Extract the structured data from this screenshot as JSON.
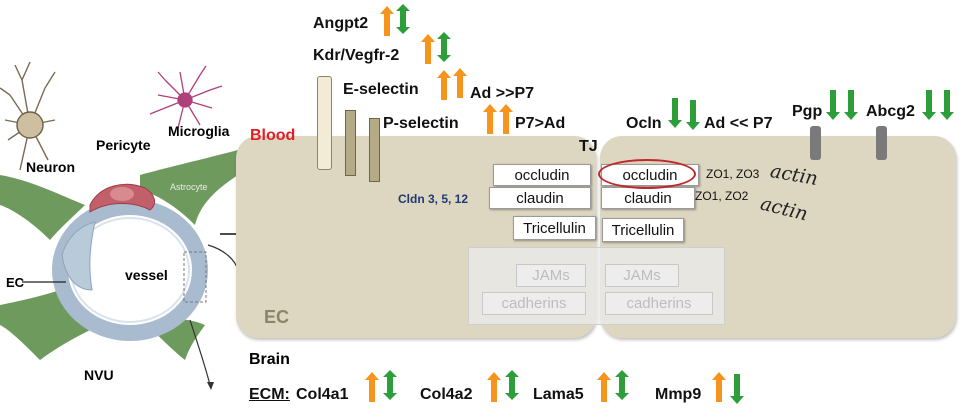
{
  "labels": {
    "neuron": "Neuron",
    "pericyte": "Pericyte",
    "microglia": "Microglia",
    "astrocyte": "Astrocyte",
    "ec_left": "EC",
    "vessel": "vessel",
    "nvu": "NVU",
    "blood": "Blood",
    "brain": "Brain",
    "ec_cell": "EC",
    "tj": "TJ",
    "cldn": "Cldn 3, 5, 12",
    "zo_top": "ZO1, ZO3",
    "zo_bottom": "ZO1, ZO2",
    "actin": "actin",
    "ecm": "ECM:"
  },
  "genes": {
    "angpt2": "Angpt2",
    "kdr": "Kdr/Vegfr-2",
    "eselectin": "E-selectin",
    "eselectin_note": "Ad >>P7",
    "pselectin": "P-selectin",
    "pselectin_note": "P7>Ad",
    "ocln": "Ocln",
    "ocln_note": "Ad << P7",
    "pgp": "Pgp",
    "abcg2": "Abcg2",
    "col4a1": "Col4a1",
    "col4a2": "Col4a2",
    "lama5": "Lama5",
    "mmp9": "Mmp9"
  },
  "junction": {
    "left": {
      "occludin": "occludin",
      "claudin": "claudin",
      "tricellulin": "Tricellulin",
      "jams": "JAMs",
      "cadherins": "cadherins"
    },
    "right": {
      "occludin": "occludin",
      "claudin": "claudin",
      "tricellulin": "Tricellulin",
      "jams": "JAMs",
      "cadherins": "cadherins"
    }
  },
  "colors": {
    "up_arrow": "#f7941d",
    "down_arrow": "#2e9e3a",
    "cell_fill": "#ddd6c0",
    "blood_label": "#e41e26",
    "cldn_label": "#1f3b73",
    "astrocyte": "#6f9a5e",
    "pericyte": "#c1606a",
    "vessel_ring": "#a9bccf",
    "microglia": "#b0407a",
    "transporter": "#7a7a7a",
    "highlight_ring": "#c0282d"
  }
}
